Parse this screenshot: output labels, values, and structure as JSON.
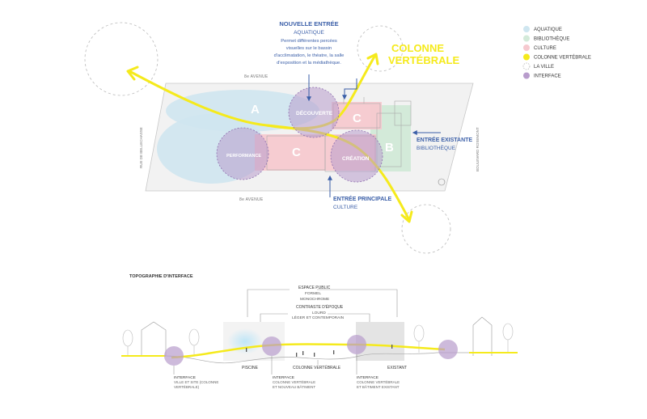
{
  "labels": {
    "new_entry_title": "NOUVELLE ENTRÉE",
    "new_entry_sub": "AQUATIQUE",
    "new_entry_desc": [
      "Permet différentes percées",
      "visuelles sur le bassin",
      "d'acclimatation, le théatre, la salle",
      "d'exposition et la médiathèque."
    ],
    "spine_title": [
      "COLONNE",
      "VERTÉBRALE"
    ],
    "existing_entry_title": "ENTRÉE EXISTANTE",
    "existing_entry_sub": "BIBLIOTHÈQUE",
    "main_entry_title": "ENTRÉE PRINCIPALE",
    "main_entry_sub": "CULTURE",
    "street_top": "8e AVENUE",
    "street_bottom": "8e AVENUE",
    "street_left": "RUE DE BELLECHASSE",
    "street_right": "BOULEVARD ROSEMONT",
    "zone_a": "A",
    "zone_c1": "C",
    "zone_c2": "C",
    "zone_b": "B",
    "circle_decouverte": "DÉCOUVERTE",
    "circle_performance": "PERFORMANCE",
    "circle_creation": "CRÉATION"
  },
  "legend": [
    {
      "label": "AQUATIQUE",
      "color": "#cfe6f0",
      "dashed": false
    },
    {
      "label": "BIBLIOTHÈQUE",
      "color": "#d3ead9",
      "dashed": false
    },
    {
      "label": "CULTURE",
      "color": "#f6c9cf",
      "dashed": false
    },
    {
      "label": "COLONNE VERTÉBRALE",
      "color": "#f5ea1c",
      "dashed": false
    },
    {
      "label": "LA VILLE",
      "color": "#ffffff",
      "dashed": true
    },
    {
      "label": "INTERFACE",
      "color": "#b89ccc",
      "dashed": false
    }
  ],
  "section": {
    "title": "TOPOGRAPHIE D'INTERFACE",
    "public_space": [
      "ESPACE PUBLIC",
      "FORMEL",
      "MONOCHROME"
    ],
    "contrast": [
      "CONTRASTE D'ÉPOQUE",
      "LOURD",
      "LÉGER ET CONTEMPORAIN"
    ],
    "piscine": "PISCINE",
    "colonne": "COLONNE VERTÉBRALE",
    "existant": "EXISTANT",
    "interface1": [
      "INTERFACE",
      "VILLE ET SITE (COLONNE",
      "VERTÉBRALE)"
    ],
    "interface2": [
      "INTERFACE",
      "COLONNE VERTÉBRALE",
      "ET NOUVEAU BÂTIMENT"
    ],
    "interface3": [
      "INTERFACE",
      "COLONNE VERTÉBRALE",
      "ET BÂTIMENT EXISTANT"
    ]
  },
  "colors": {
    "accent_blue": "#3b5fa8",
    "spine_yellow": "#f5ea1c",
    "interface_purple": "#b89ccc",
    "aquatic_blue": "#cfe6f0",
    "library_green": "#d3ead9",
    "culture_pink": "#f6c9cf"
  }
}
